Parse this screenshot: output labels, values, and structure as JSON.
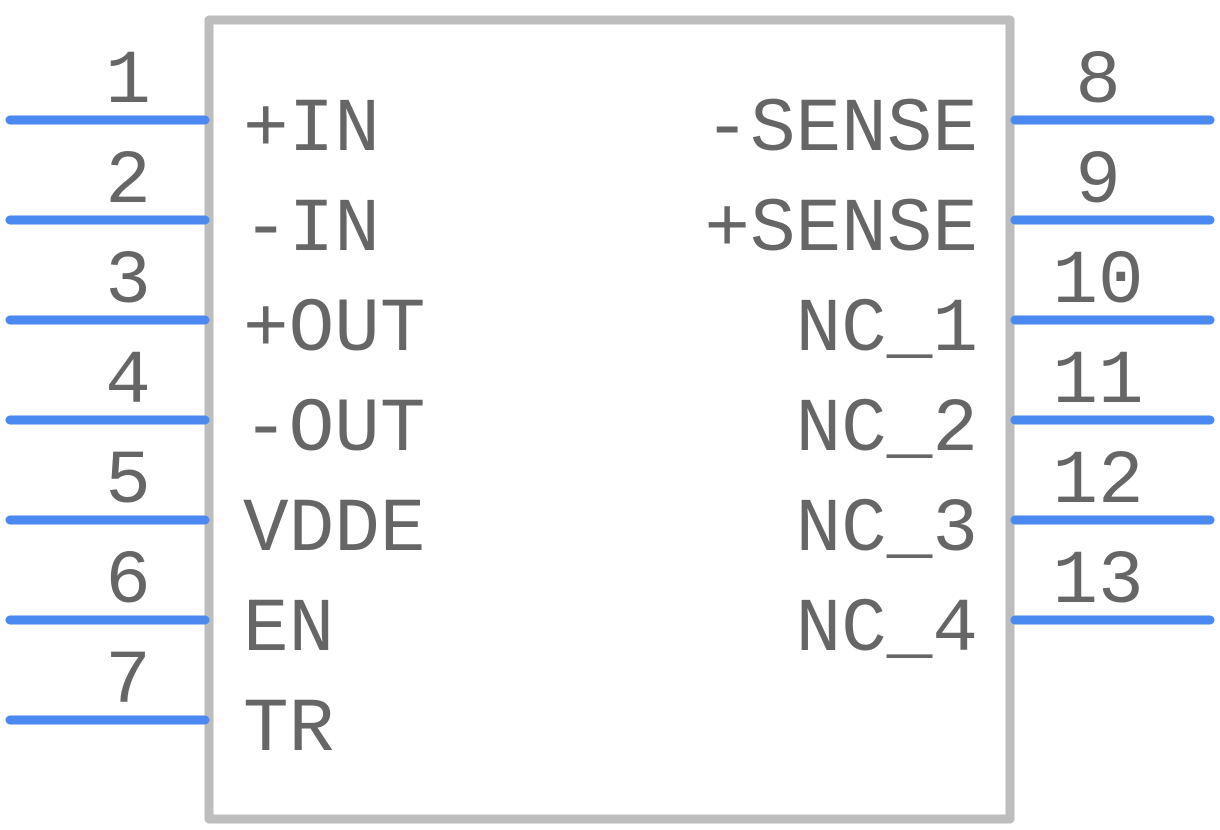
{
  "colors": {
    "pin": "#4a8af0",
    "body_outline": "#bdbdbd",
    "text": "#666666"
  },
  "left_pins": [
    {
      "number": "1",
      "label": "+IN"
    },
    {
      "number": "2",
      "label": "-IN"
    },
    {
      "number": "3",
      "label": "+OUT"
    },
    {
      "number": "4",
      "label": "-OUT"
    },
    {
      "number": "5",
      "label": "VDDE"
    },
    {
      "number": "6",
      "label": "EN"
    },
    {
      "number": "7",
      "label": "TR"
    }
  ],
  "right_pins": [
    {
      "number": "8",
      "label": "-SENSE"
    },
    {
      "number": "9",
      "label": "+SENSE"
    },
    {
      "number": "10",
      "label": "NC_1"
    },
    {
      "number": "11",
      "label": "NC_2"
    },
    {
      "number": "12",
      "label": "NC_3"
    },
    {
      "number": "13",
      "label": "NC_4"
    }
  ]
}
